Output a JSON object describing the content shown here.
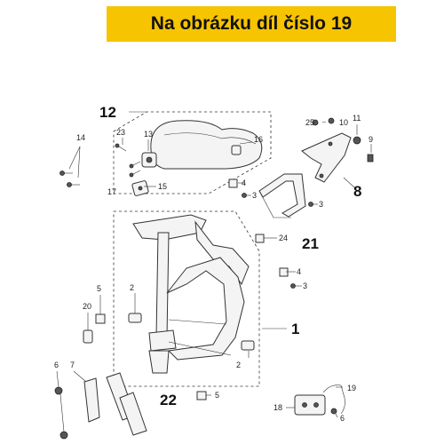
{
  "banner": {
    "text": "Na obrázku díl číslo 19",
    "color": "#f6c400"
  },
  "callouts": {
    "c1": "1",
    "c2a": "2",
    "c2b": "2",
    "c3a": "3",
    "c3b": "3",
    "c3c": "3",
    "c4a": "4",
    "c4b": "4",
    "c5a": "5",
    "c5b": "5",
    "c6a": "6",
    "c6b": "6",
    "c7": "7",
    "c8": "8",
    "c9": "9",
    "c10": "10",
    "c11": "11",
    "c12": "12",
    "c13": "13",
    "c14": "14",
    "c15": "15",
    "c16": "16",
    "c17": "17",
    "c18": "18",
    "c19": "19",
    "c20": "20",
    "c21": "21",
    "c22": "22",
    "c23": "23",
    "c24": "24",
    "c25": "25"
  }
}
